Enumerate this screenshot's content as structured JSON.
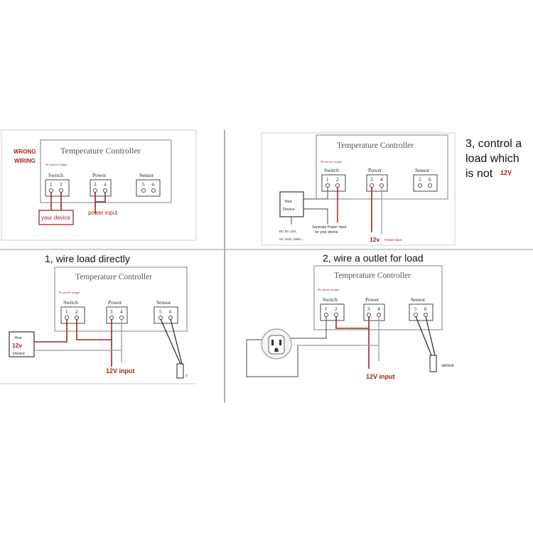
{
  "colors": {
    "red": "#a62320",
    "wire_gray": "#9a9a9a",
    "box": "#808080",
    "title": "#555555",
    "text": "#222222"
  },
  "common": {
    "controller_title": "Temperature Controller",
    "no_power_output": "No power output",
    "switch_label": "Switch",
    "power_label": "Power",
    "sensor_label": "Sensor",
    "t1": "1",
    "t2": "2",
    "t3": "3",
    "t4": "4",
    "t5": "5",
    "t6": "6"
  },
  "panel_wrong": {
    "wrong_line1": "WRONG",
    "wrong_line2": "WIRING",
    "your_device": "your device",
    "power_input": "power input"
  },
  "panel_control": {
    "caption_line1": "3, control a",
    "caption_line2": "load which",
    "caption_line3": "is not",
    "caption_12v": "12V",
    "your_device_line1": "Your",
    "your_device_line2": "Device",
    "dc_label": "DC 5V, 12V,",
    "ac_label": "AC 110V, 220V,...",
    "separate_line1": "Seperate Power Input",
    "separate_line2": "for your device",
    "input_12v": "12v",
    "power_input": "Power Input"
  },
  "panel_direct": {
    "caption": "1, wire load directly",
    "your": "Your",
    "v12": "12v",
    "device": "Device",
    "input": "12V input",
    "probe_label": "T"
  },
  "panel_outlet": {
    "caption": "2, wire a outlet for load",
    "input": "12V input",
    "sensor_text": "sensor"
  }
}
